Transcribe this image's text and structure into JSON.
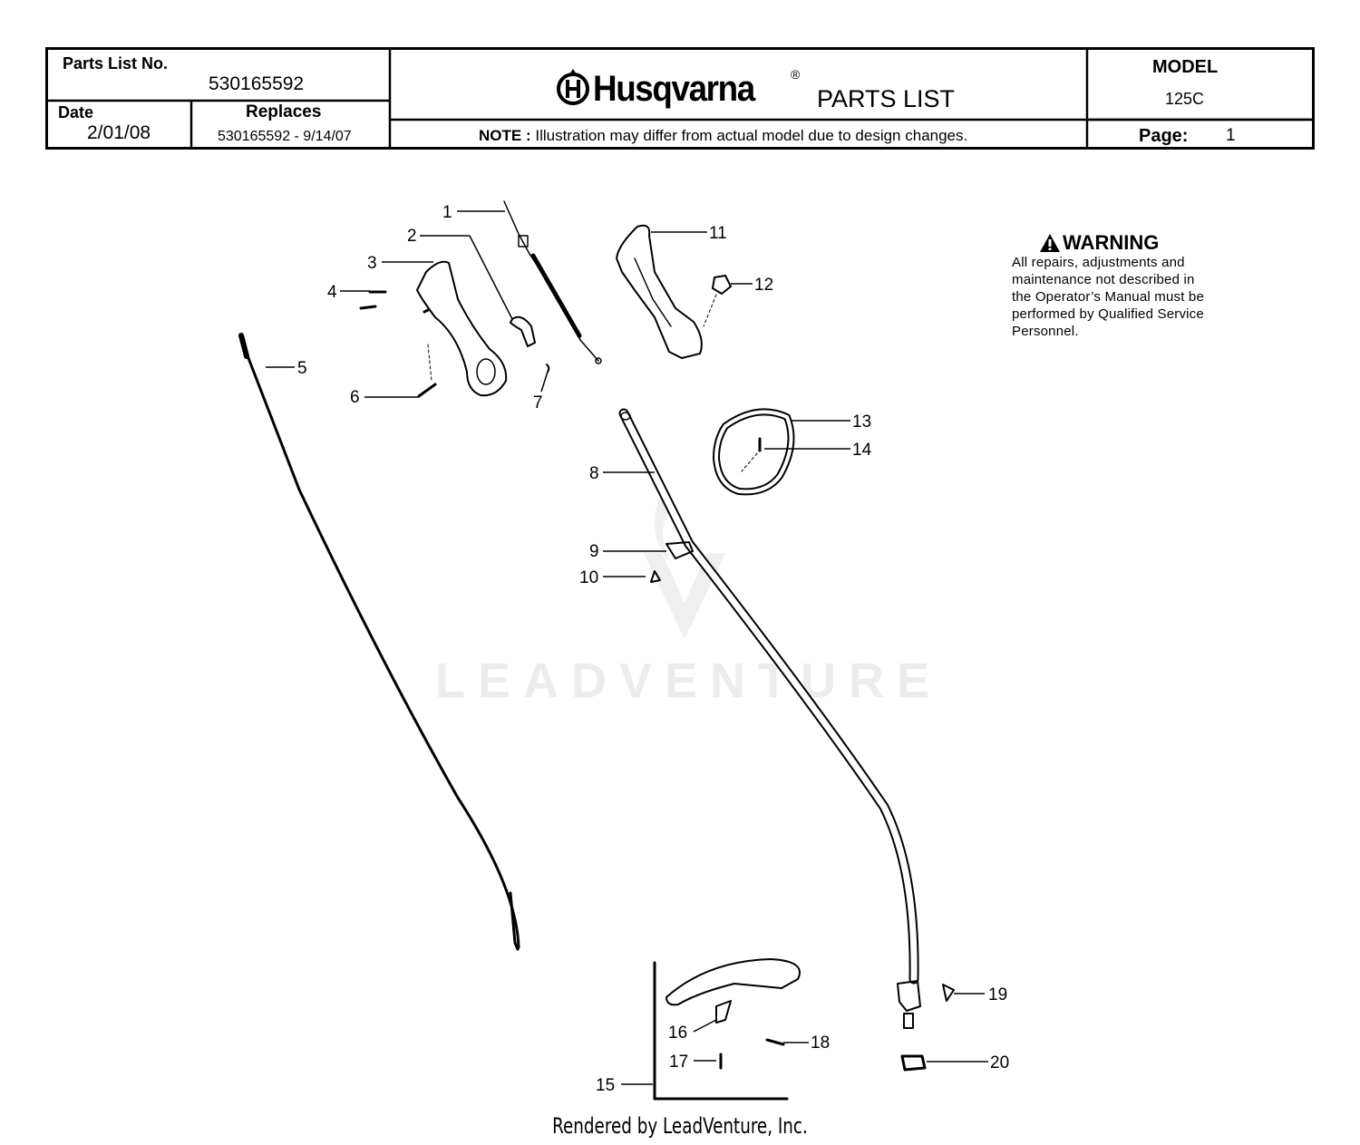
{
  "header": {
    "parts_list_label": "Parts List No.",
    "parts_list_no": "530165592",
    "date_label": "Date",
    "date_value": "2/01/08",
    "replaces_label": "Replaces",
    "replaces_value": "530165592 - 9/14/07",
    "brand": "Husqvarna",
    "registered_mark": "®",
    "title": "PARTS LIST",
    "note_label": "NOTE :",
    "note_text": "Illustration may differ from actual model due to design changes.",
    "model_label": "MODEL",
    "model_value": "125C",
    "page_label": "Page:",
    "page_value": "1"
  },
  "warning": {
    "title": "WARNING",
    "lines": [
      "All repairs, adjustments and",
      "maintenance not described in",
      "the Operator’s Manual must be",
      "performed by Qualified Service",
      "Personnel."
    ]
  },
  "callouts": [
    "1",
    "2",
    "3",
    "4",
    "5",
    "6",
    "7",
    "8",
    "9",
    "10",
    "11",
    "12",
    "13",
    "14",
    "15",
    "16",
    "17",
    "18",
    "19",
    "20"
  ],
  "watermark": "LEADVENTURE",
  "footer": "Rendered by LeadVenture, Inc."
}
